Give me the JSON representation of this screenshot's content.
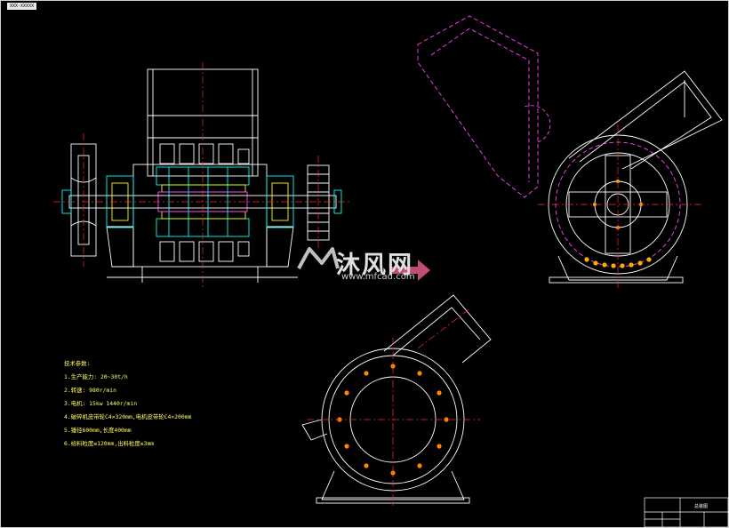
{
  "top_tag": "XXX-XXXXX",
  "notes": {
    "title": "技术参数:",
    "lines": [
      "1.生产能力: 20~30t/h",
      "2.转速: 980r/min",
      "3.电机: 15kw  1440r/min",
      "4.破碎机皮带轮C4×320mm,电机皮带轮C4×200mm",
      "5.锤径600mm,长度400mm",
      "6.给料粒度≤120mm,出料粒度≤3mm"
    ]
  },
  "watermark": {
    "name": "沐风网",
    "url": "www.mfcad.com"
  },
  "title_block": {
    "label": "总装图"
  },
  "colors": {
    "line": "#ffffff",
    "center": "#ff2a2a",
    "hidden": "#ff44ff",
    "part": "#00ffff",
    "accent": "#ffff00"
  }
}
